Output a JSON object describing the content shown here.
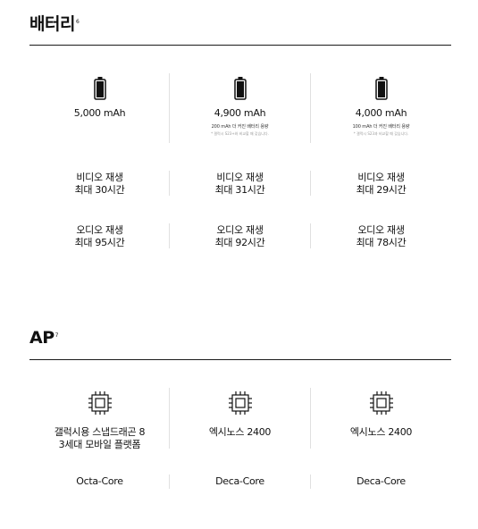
{
  "battery": {
    "title": "배터리",
    "footnote": "6",
    "columns": [
      {
        "capacity": "5,000 mAh",
        "note": "",
        "subnote": "",
        "video_label": "비디오 재생",
        "video_value": "최대 30시간",
        "audio_label": "오디오 재생",
        "audio_value": "최대 95시간"
      },
      {
        "capacity": "4,900 mAh",
        "note": "200 mAh 더 커진 배터리 용량",
        "subnote": "* 갤럭시 S23+와 비교할 때 갖습니다.",
        "video_label": "비디오 재생",
        "video_value": "최대 31시간",
        "audio_label": "오디오 재생",
        "audio_value": "최대 92시간"
      },
      {
        "capacity": "4,000 mAh",
        "note": "100 mAh 더 커진 배터리 용량",
        "subnote": "* 갤럭시 S23과 비교할 때 갖습니다.",
        "video_label": "비디오 재생",
        "video_value": "최대 29시간",
        "audio_label": "오디오 재생",
        "audio_value": "최대 78시간"
      }
    ]
  },
  "ap": {
    "title": "AP",
    "footnote": "7",
    "columns": [
      {
        "chip_line1": "갤럭시용 스냅드래곤 8",
        "chip_line2": "3세대 모바일 플랫폼",
        "cores": "Octa-Core"
      },
      {
        "chip_line1": "엑시노스 2400",
        "chip_line2": "",
        "cores": "Deca-Core"
      },
      {
        "chip_line1": "엑시노스 2400",
        "chip_line2": "",
        "cores": "Deca-Core"
      }
    ]
  },
  "icons": {
    "battery": "battery-icon",
    "chip": "chip-icon"
  }
}
